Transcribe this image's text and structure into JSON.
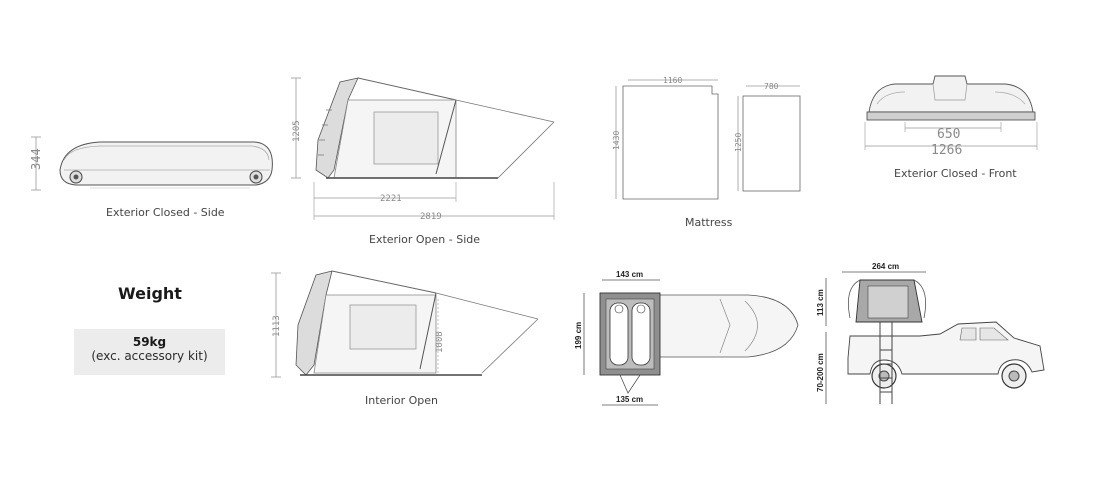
{
  "captions": {
    "closed_side": "Exterior Closed - Side",
    "open_side": "Exterior Open - Side",
    "mattress": "Mattress",
    "closed_front": "Exterior Closed - Front",
    "interior_open": "Interior Open"
  },
  "dimensions": {
    "closed_height": "344",
    "open_height": "1205",
    "open_inner_length": "2221",
    "open_total_length": "2819",
    "mattress_width": "1160",
    "mattress_length": "1430",
    "mattress_small_width": "780",
    "mattress_small_length": "1250",
    "front_inner_width": "650",
    "front_total_width": "1266",
    "interior_height": "1113",
    "interior_small_height": "1008",
    "top_width": "143 cm",
    "top_length": "199 cm",
    "top_bottom_width": "135 cm",
    "truck_width": "264 cm",
    "truck_tent_height": "113 cm",
    "truck_ladder_height": "70-200 cm"
  },
  "weight": {
    "title": "Weight",
    "value": "59kg",
    "note": "(exc. accessory kit)"
  }
}
